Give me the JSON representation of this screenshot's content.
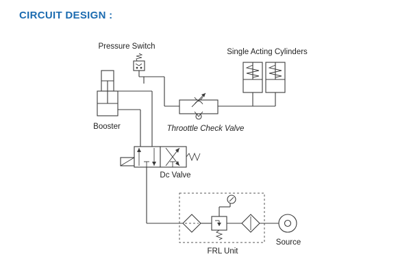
{
  "heading": {
    "text": "CIRCUIT DESIGN :",
    "color": "#1b6bb0"
  },
  "labels": {
    "pressure_switch": "Pressure Switch",
    "single_acting_cylinders": "Single Acting Cylinders",
    "booster": "Booster",
    "throttle_check_valve": "Throottle Check Valve",
    "dc_valve": "Dc Valve",
    "frl_unit": "FRL Unit",
    "source": "Source"
  }
}
